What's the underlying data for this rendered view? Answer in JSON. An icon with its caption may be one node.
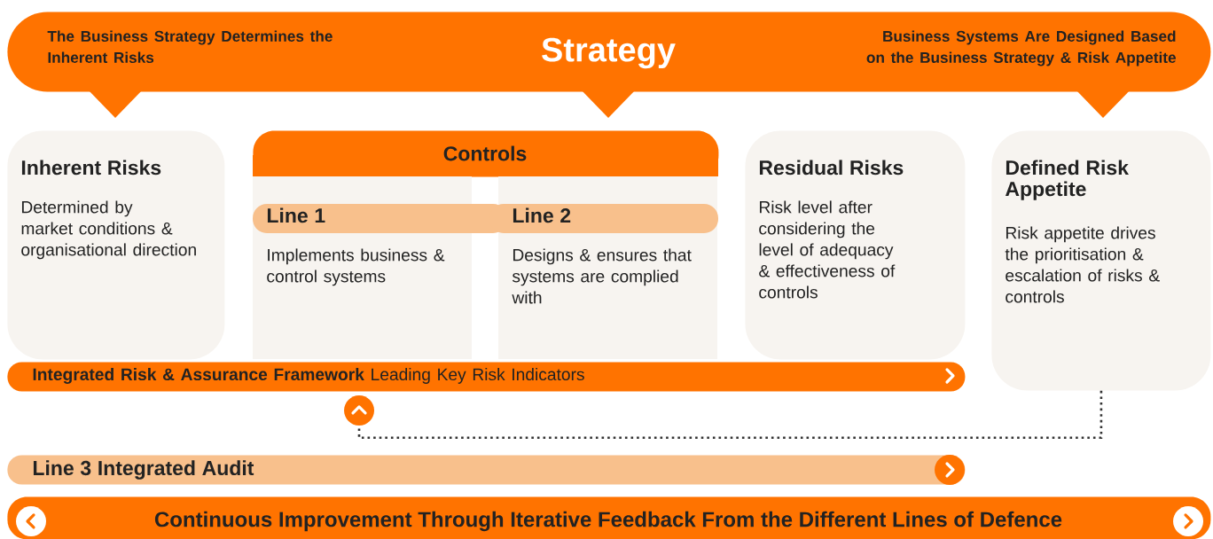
{
  "diagram": {
    "nodes": [
      {
        "text": [
          "The Business Strategy Determines the Inherent Risks",
          "Strategy",
          "Business Systems Are Designed Based on the Business Strategy & Risk Appetite"
        ]
      },
      {
        "text": [
          "Inherent Risks",
          "Determined by market conditions & organisational direction"
        ]
      },
      {
        "text": [
          "Controls"
        ]
      },
      {
        "text": [
          "Line 1",
          "Implements business & control systems"
        ]
      },
      {
        "text": [
          "Line 2",
          "Designs & ensures that systems are complied with"
        ]
      },
      {
        "text": [
          "Residual Risks",
          "Risk level after considering the level of adequacy & effectiveness of controls"
        ]
      },
      {
        "text": [
          "Defined Risk Appetite",
          "Risk appetite drives the prioritisation & escalation of risks & controls"
        ]
      },
      {
        "text": [
          "**Integrated Risk & Assurance Framework**  Leading Key Risk Indicators"
        ]
      },
      {
        "text": [],
        "shape": "circle"
      },
      {
        "text": [
          "Line 3  Integrated Audit"
        ]
      },
      {
        "text": [
          "Continuous Improvement Through Iterative Feedback From the Different Lines of Defence"
        ]
      }
    ],
    "edges": [
      {
        "from": 6,
        "to": 8,
        "arrow": "none",
        "style": "dashed",
        "color": "#333333"
      }
    ]
  }
}
